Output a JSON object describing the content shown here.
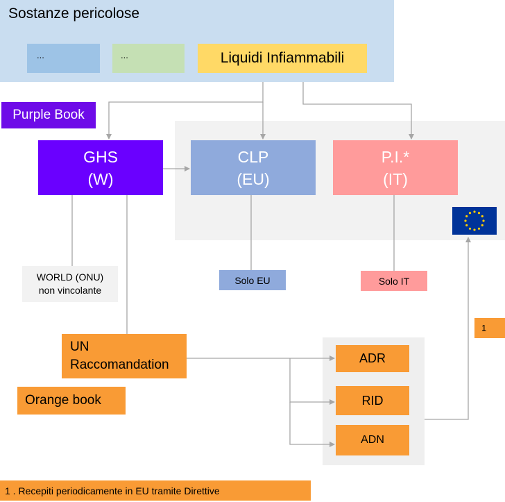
{
  "top_group": {
    "title": "Sostanze pericolose",
    "placeholder_1": "...",
    "placeholder_2": "...",
    "flammable_liquids": "Liquidi Infiammabili"
  },
  "purple_book": "Purple Book",
  "ghs": {
    "line1": "GHS",
    "line2": "(W)"
  },
  "clp": {
    "line1": "CLP",
    "line2": "(EU)"
  },
  "pi": {
    "line1": "P.I.*",
    "line2": "(IT)"
  },
  "world_note": {
    "line1": "WORLD (ONU)",
    "line2": "non vincolante"
  },
  "solo_eu": "Solo EU",
  "solo_it": "Solo IT",
  "note_badge": "1",
  "un": {
    "line1": "UN",
    "line2": "Raccomandation"
  },
  "orange_book": "Orange book",
  "transport": {
    "adr": "ADR",
    "rid": "RID",
    "adn": "ADN"
  },
  "footnote": "1 . Recepiti periodicamente in EU tramite Direttive",
  "colors": {
    "top_group": "#c9ddf0",
    "flammable_liquids": "#ffd966",
    "ghs": "#6a00ff",
    "clp": "#8faadc",
    "pi": "#ff9b9b",
    "orange": "#f99b35",
    "eu_flag_blue": "#003399",
    "eu_flag_stars": "#ffcc00",
    "connector": "#a6a6a6"
  },
  "icons": {
    "eu_flag": "eu-flag-icon"
  }
}
